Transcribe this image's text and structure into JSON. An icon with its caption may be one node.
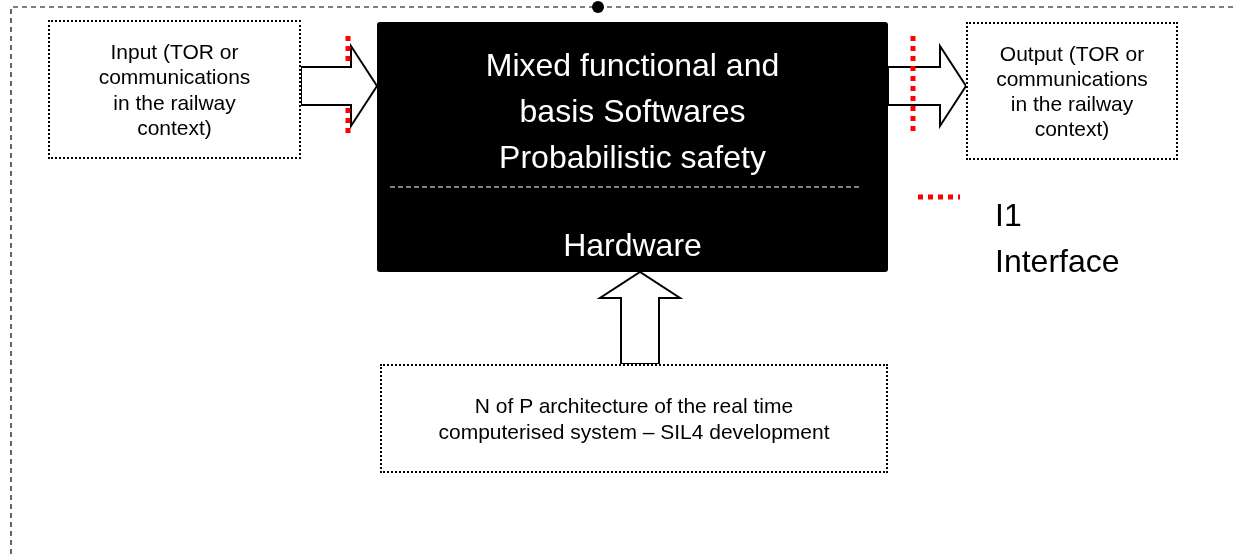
{
  "diagram": {
    "nodes": [
      {
        "text": [
          "Input (TOR or communications in the railway context)"
        ]
      },
      {
        "text": [
          "Mixed functional and basis Softwares Probabilistic safety",
          "Hardware"
        ]
      },
      {
        "text": [
          "Output (TOR or communications in the railway context)"
        ]
      },
      {
        "text": [
          "N of P architecture of the real time computerised system – SIL4 development"
        ]
      }
    ],
    "edges": [
      {
        "from": 0,
        "to": 1,
        "arrow": "to"
      },
      {
        "from": 1,
        "to": 2,
        "arrow": "to"
      },
      {
        "from": 3,
        "to": 1,
        "arrow": "to"
      }
    ],
    "legend": [
      {
        "text": "I1 Interface"
      }
    ]
  }
}
